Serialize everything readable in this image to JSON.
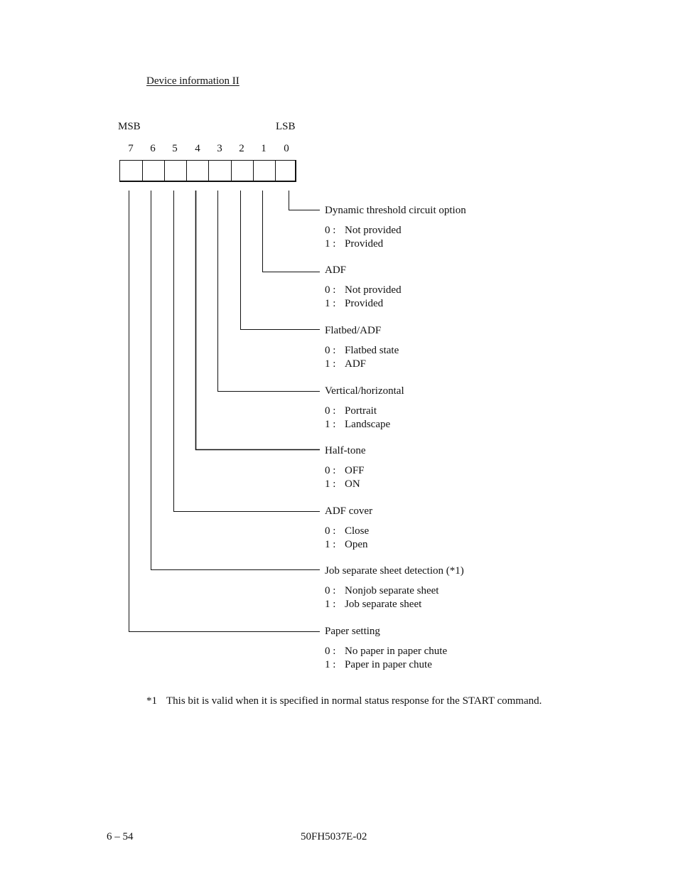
{
  "title": "Device information II",
  "msb_label": "MSB",
  "lsb_label": "LSB",
  "bit_numbers": [
    "7",
    "6",
    "5",
    "4",
    "3",
    "2",
    "1",
    "0"
  ],
  "fields": [
    {
      "bit": 0,
      "name": "Dynamic threshold circuit option",
      "options": [
        {
          "code": "0 :",
          "text": "Not provided"
        },
        {
          "code": "1 :",
          "text": "Provided"
        }
      ]
    },
    {
      "bit": 1,
      "name": "ADF",
      "options": [
        {
          "code": "0 :",
          "text": "Not provided"
        },
        {
          "code": "1 :",
          "text": "Provided"
        }
      ]
    },
    {
      "bit": 2,
      "name": "Flatbed/ADF",
      "options": [
        {
          "code": "0 :",
          "text": "Flatbed state"
        },
        {
          "code": "1 :",
          "text": "ADF"
        }
      ]
    },
    {
      "bit": 3,
      "name": "Vertical/horizontal",
      "options": [
        {
          "code": "0 :",
          "text": "Portrait"
        },
        {
          "code": "1 :",
          "text": "Landscape"
        }
      ]
    },
    {
      "bit": 4,
      "name": "Half-tone",
      "options": [
        {
          "code": "0 :",
          "text": "OFF"
        },
        {
          "code": "1 :",
          "text": "ON"
        }
      ]
    },
    {
      "bit": 5,
      "name": "ADF cover",
      "options": [
        {
          "code": "0 :",
          "text": "Close"
        },
        {
          "code": "1 :",
          "text": "Open"
        }
      ]
    },
    {
      "bit": 6,
      "name": "Job separate sheet detection (*1)",
      "options": [
        {
          "code": "0 :",
          "text": "Nonjob separate sheet"
        },
        {
          "code": "1 :",
          "text": "Job separate sheet"
        }
      ]
    },
    {
      "bit": 7,
      "name": "Paper setting",
      "options": [
        {
          "code": "0 :",
          "text": "No paper in paper chute"
        },
        {
          "code": "1 :",
          "text": "Paper in paper chute"
        }
      ]
    }
  ],
  "footnote": {
    "mark": "*1",
    "text": "This bit is valid when it is specified in normal status response for the START command."
  },
  "footer": {
    "page": "6 – 54",
    "doc_id": "50FH5037E-02"
  }
}
